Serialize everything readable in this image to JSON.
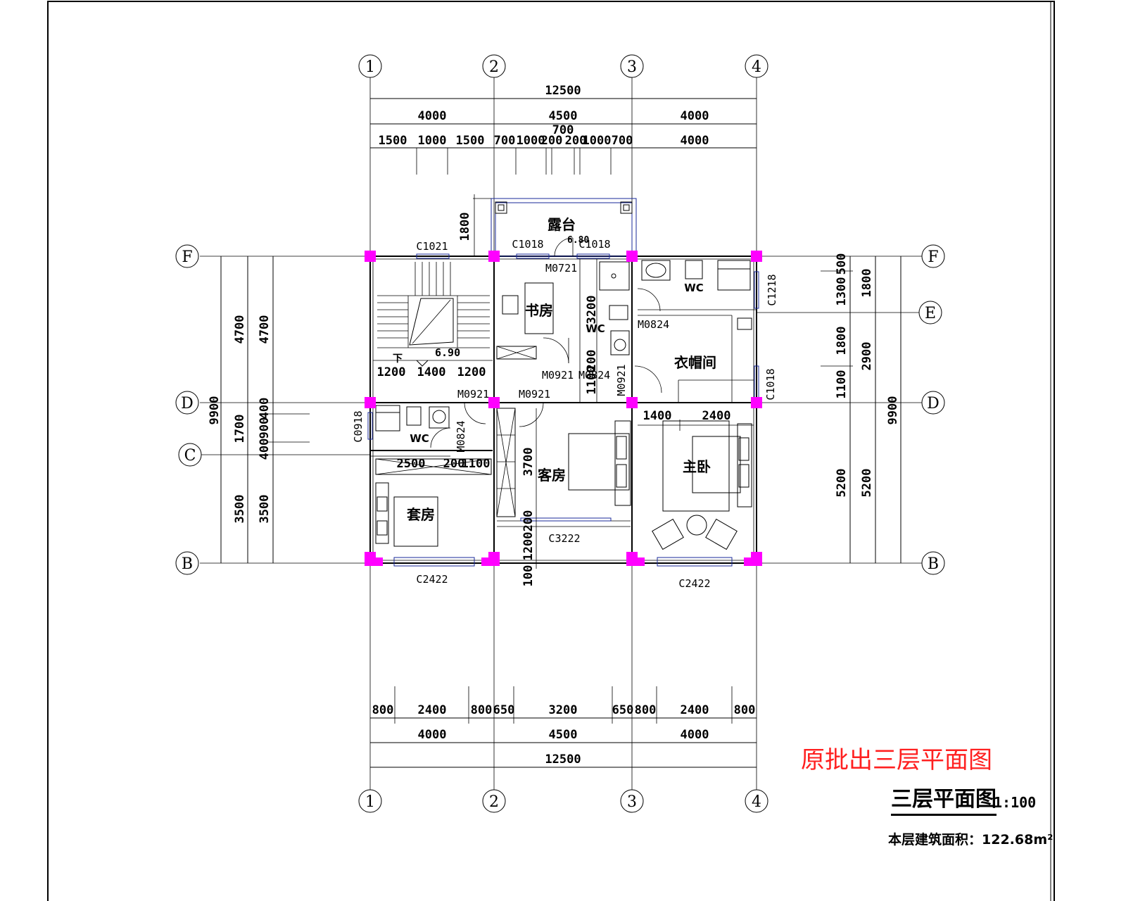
{
  "drawing": {
    "title": "三层平面图",
    "scale": "1:100",
    "area_label": "本层建筑面积：",
    "area_value": "122.68m²",
    "red_note": "原批出三层平面图"
  },
  "axes": {
    "vertical": [
      "1",
      "2",
      "3",
      "4"
    ],
    "horizontal": [
      "F",
      "E",
      "D",
      "C",
      "B"
    ]
  },
  "dimensions": {
    "top_total": "12500",
    "top_mid": [
      "4000",
      "4500",
      "4000"
    ],
    "top_detail": [
      "1500",
      "1000",
      "1500",
      "700",
      "1000",
      "200",
      "700",
      "200",
      "1000",
      "700",
      "4000"
    ],
    "bottom_detail": [
      "800",
      "2400",
      "800",
      "650",
      "3200",
      "650",
      "800",
      "2400",
      "800"
    ],
    "bottom_mid": [
      "4000",
      "4500",
      "4000"
    ],
    "bottom_total": "12500",
    "left_outer": [
      "9900"
    ],
    "left_mid": [
      "4700",
      "1700",
      "3500"
    ],
    "left_inner": [
      "4700",
      "400",
      "900",
      "400",
      "3500"
    ],
    "right_inner": [
      "500",
      "1300",
      "1800",
      "1100",
      "5200"
    ],
    "right_mid": [
      "1800",
      "2900",
      "5200"
    ],
    "right_outer": [
      "9900"
    ],
    "balcony_depth": "1800",
    "stair_dims": [
      "1200",
      "1400",
      "1200"
    ],
    "wc_dims": [
      "2500",
      "200",
      "1100"
    ],
    "interior_v": [
      "3200",
      "1100",
      "200",
      "3700",
      "1200",
      "200",
      "100"
    ],
    "master_dims": [
      "1400",
      "2400"
    ]
  },
  "rooms": {
    "terrace": "露台",
    "study": "书房",
    "wc": "WC",
    "cloak": "衣帽间",
    "guest": "客房",
    "master": "主卧",
    "suite": "套房",
    "down": "下"
  },
  "elevations": [
    "6.80",
    "6.90"
  ],
  "openings": {
    "windows": [
      "C1021",
      "C1018",
      "C1018",
      "C1218",
      "C1018",
      "C0918",
      "C3222",
      "C2422",
      "C2422"
    ],
    "doors": [
      "M0721",
      "M0824",
      "M0921",
      "M0824",
      "M0921",
      "M0921",
      "M0921",
      "M0824"
    ]
  }
}
